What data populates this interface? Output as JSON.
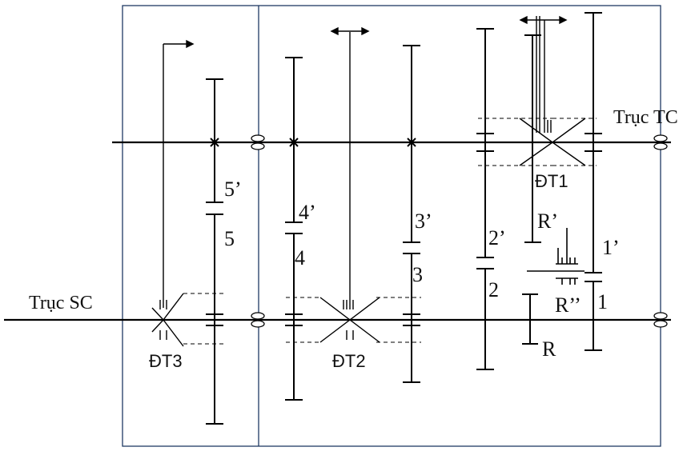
{
  "shafts": {
    "output": "Trục TC",
    "input": "Trục SC"
  },
  "gears": [
    {
      "id": "5",
      "driven": "5’",
      "driving": "5"
    },
    {
      "id": "4",
      "driven": "4’",
      "driving": "4"
    },
    {
      "id": "3",
      "driven": "3’",
      "driving": "3"
    },
    {
      "id": "2",
      "driven": "2’",
      "driving": "2"
    },
    {
      "id": "1",
      "driven": "1’",
      "driving": "1"
    }
  ],
  "reverse": {
    "r_prime": "R’",
    "r_double": "R’’",
    "r": "R"
  },
  "synchronizers": {
    "dt1": "ĐT1",
    "dt2": "ĐT2",
    "dt3": "ĐT3"
  },
  "colors": {
    "frame": "#1f3a63",
    "lines": "#000000"
  }
}
